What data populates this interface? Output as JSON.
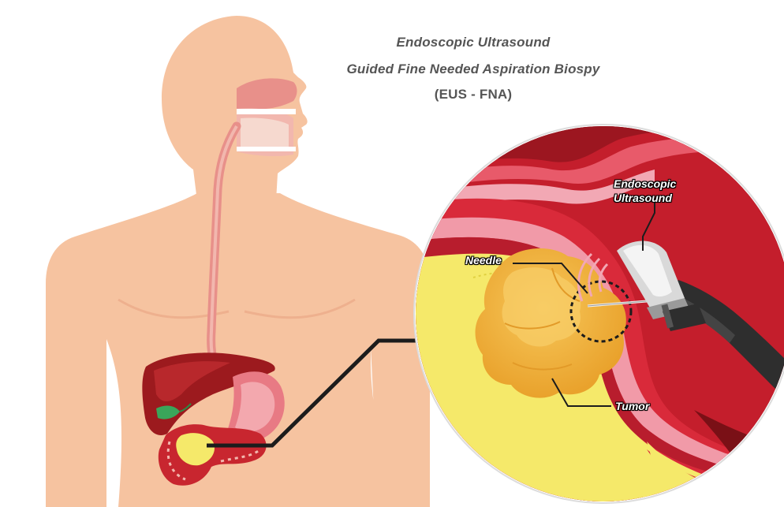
{
  "title": {
    "line1": "Endoscopic Ultrasound",
    "line2": "Guided Fine Needed Aspiration Biospy",
    "line3": "(EUS - FNA)"
  },
  "labels": {
    "endoscopic_ultrasound_line1": "Endoscopic",
    "endoscopic_ultrasound_line2": "Ultrasound",
    "needle": "Needle",
    "tumor": "Tumor"
  },
  "colors": {
    "skin": "#f6c3a0",
    "esophagus": "#e8908a",
    "liver": "#9c1a1e",
    "stomach_wall": "#d4283a",
    "fat_yellow": "#f5e96a",
    "tumor": "#f3b23a",
    "endoscope_dark": "#2e2e2e",
    "title_text": "#555555"
  }
}
